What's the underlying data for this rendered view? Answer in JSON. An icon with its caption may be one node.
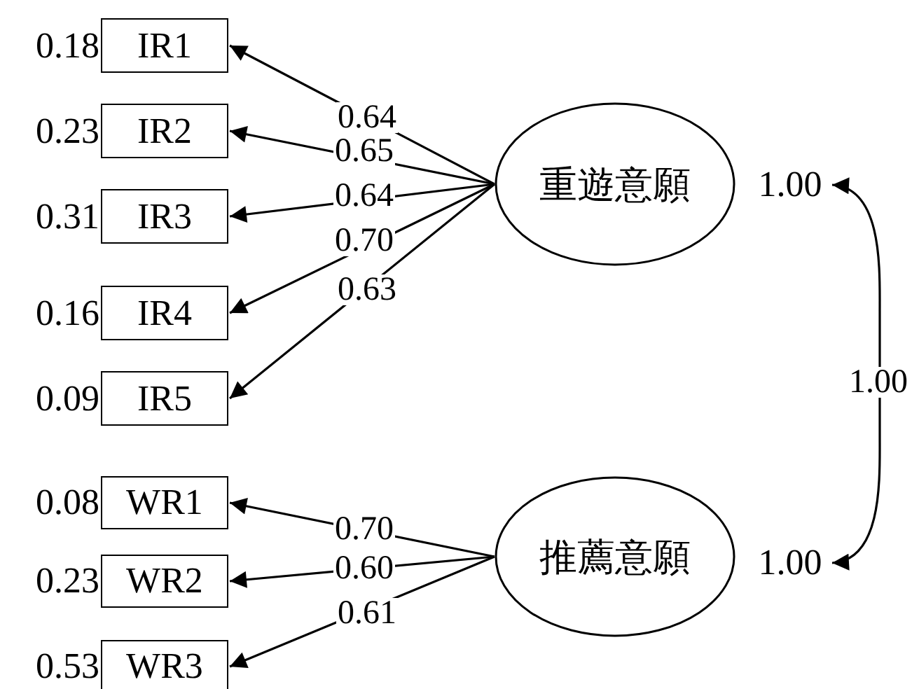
{
  "diagram": {
    "nodes": [
      {
        "text": [
          "重遊意願"
        ]
      },
      {
        "text": [
          "IR1"
        ],
        "beside": [
          "0.18"
        ]
      },
      {
        "text": [
          "IR2"
        ],
        "beside": [
          "0.23"
        ]
      },
      {
        "text": [
          "IR3"
        ],
        "beside": [
          "0.31"
        ]
      },
      {
        "text": [
          "IR4"
        ],
        "beside": [
          "0.16"
        ]
      },
      {
        "text": [
          "IR5"
        ],
        "beside": [
          "0.09"
        ]
      },
      {
        "text": [
          "推薦意願"
        ]
      },
      {
        "text": [
          "WR1"
        ],
        "beside": [
          "0.08"
        ]
      },
      {
        "text": [
          "WR2"
        ],
        "beside": [
          "0.23"
        ]
      },
      {
        "text": [
          "WR3"
        ],
        "beside": [
          "0.53"
        ]
      },
      {
        "text": [
          "1.00"
        ]
      },
      {
        "text": [
          "1.00"
        ]
      }
    ],
    "edges": [
      {
        "from": 0,
        "to": 1,
        "arrow": "to",
        "label": "0.64"
      },
      {
        "from": 0,
        "to": 2,
        "arrow": "to",
        "label": "0.65"
      },
      {
        "from": 0,
        "to": 3,
        "arrow": "to",
        "label": "0.64"
      },
      {
        "from": 0,
        "to": 4,
        "arrow": "to",
        "label": "0.70"
      },
      {
        "from": 0,
        "to": 5,
        "arrow": "to",
        "label": "0.63"
      },
      {
        "from": 6,
        "to": 7,
        "arrow": "to",
        "label": "0.70"
      },
      {
        "from": 6,
        "to": 8,
        "arrow": "to",
        "label": "0.60"
      },
      {
        "from": 6,
        "to": 9,
        "arrow": "to",
        "label": "0.61"
      },
      {
        "from": 10,
        "to": 11,
        "arrow": "both",
        "label": "1.00"
      }
    ]
  }
}
